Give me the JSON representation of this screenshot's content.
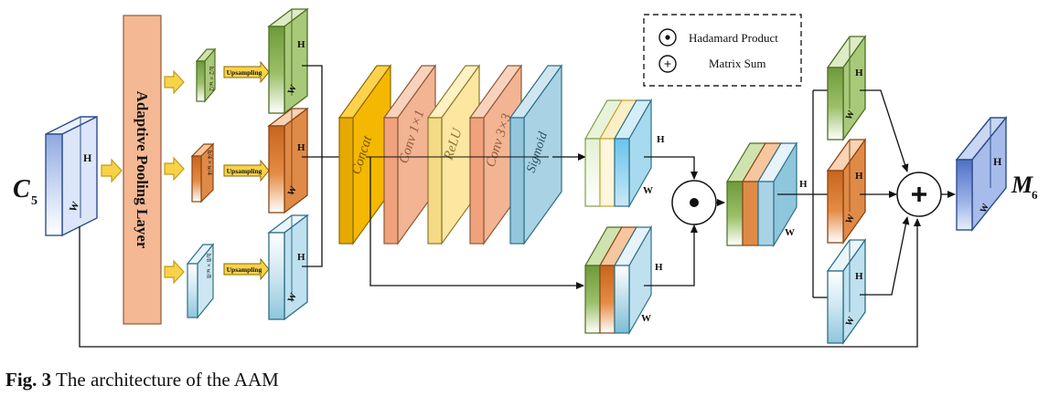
{
  "legend": {
    "hadamard_label": "Hadamard Product",
    "sum_label": "Matrix Sum"
  },
  "input": {
    "name": "C",
    "sub": "5"
  },
  "output": {
    "name": "M",
    "sub": "6"
  },
  "pooling_label": "Adaptive Pooling Layer",
  "upsampling_label": "Upsampling",
  "pool_sizes": [
    "h/2 × w/2",
    "h/4 × w/4",
    "h/8 × w/8"
  ],
  "layers": [
    "Concat",
    "Conv 1×1",
    "ReLU",
    "Conv 3×3",
    "Sigmoid"
  ],
  "dim_h": "H",
  "dim_w": "W",
  "caption": {
    "prefix": "Fig. 3",
    "text": " The architecture of the AAM"
  },
  "colors": {
    "green": "#8AAE52",
    "orange": "#D9752B",
    "blue": "#A8D4E6",
    "concat": "#F5B800",
    "conv": "#F3B493",
    "relu": "#FCE6A0",
    "sigmoid": "#A9D2E5",
    "pool": "#F5B894",
    "input_blue": "#BFD0F0",
    "arrow_fill": "#F8D34A"
  }
}
